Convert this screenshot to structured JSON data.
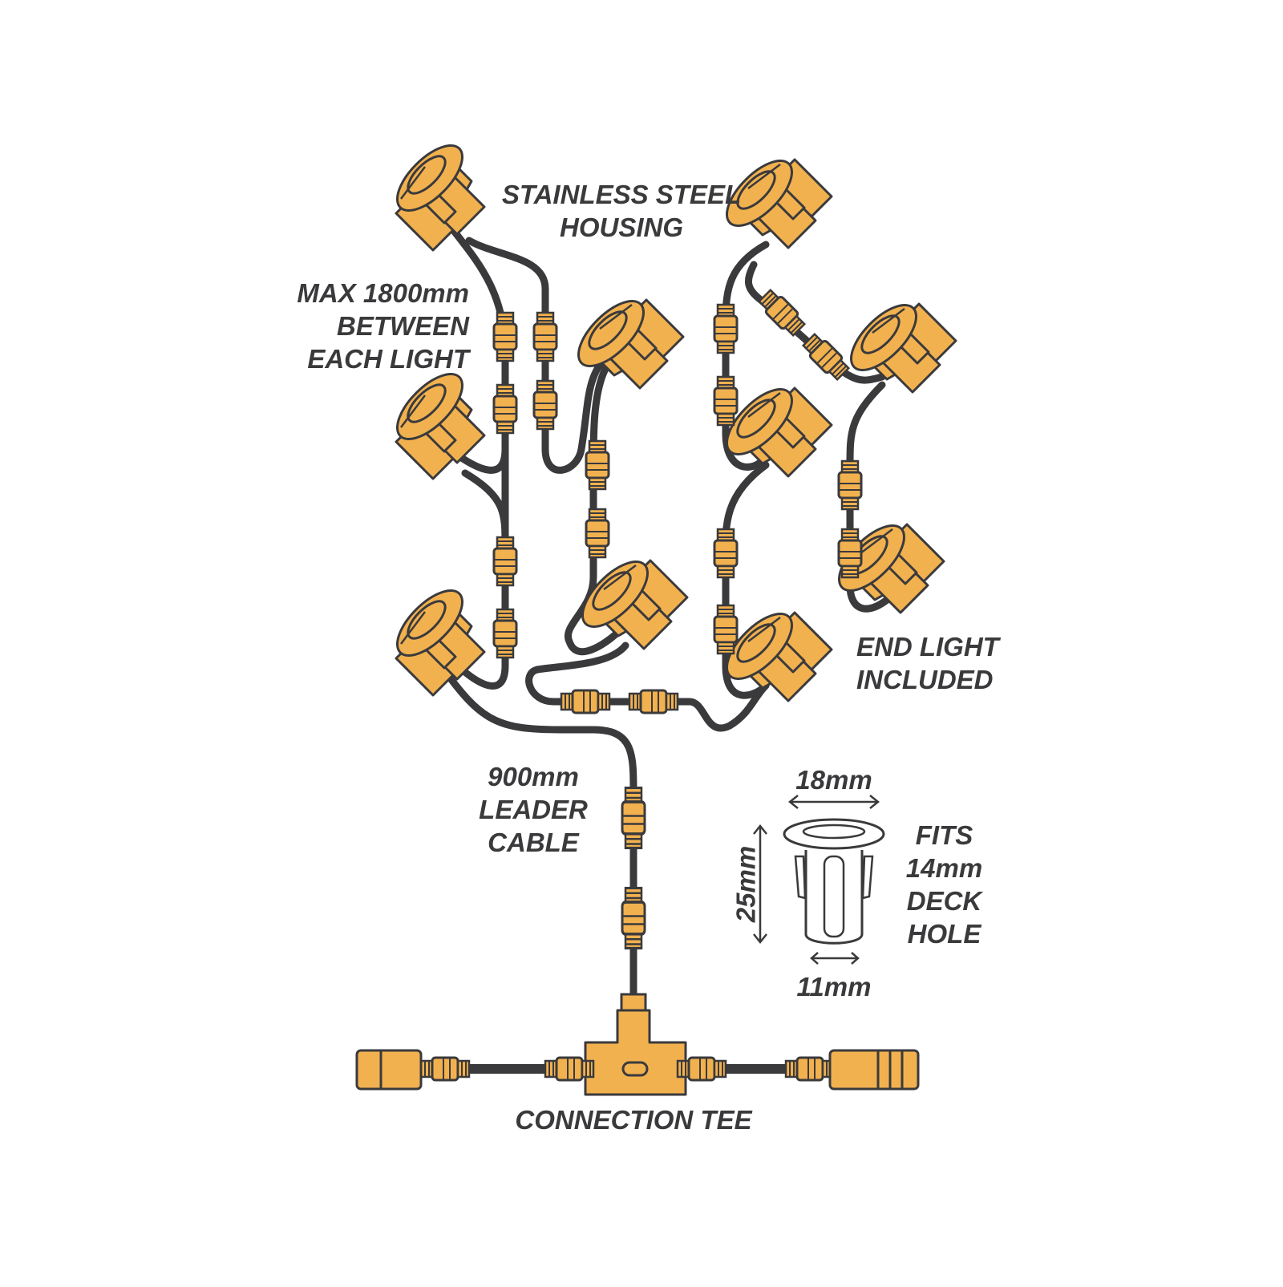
{
  "labels": {
    "housing": "STAINLESS STEEL\nHOUSING",
    "spacing": "MAX 1800mm\nBETWEEN\nEACH LIGHT",
    "end_light": "END LIGHT\nINCLUDED",
    "leader": "900mm\nLEADER\nCABLE",
    "tee": "CONNECTION TEE",
    "fits": "FITS\n14mm\nDECK\nHOLE"
  },
  "dimensions": {
    "width_top": "18mm",
    "height": "25mm",
    "width_bottom": "11mm"
  },
  "colors": {
    "connector": "#F2B14F",
    "cable": "#3A3A3C",
    "outline": "#3A3A3C",
    "background": "#FFFFFF"
  }
}
